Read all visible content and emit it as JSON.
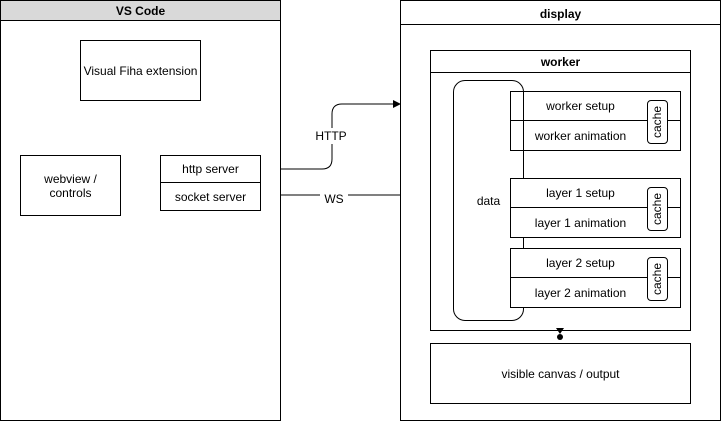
{
  "vscode": {
    "title": "VS Code",
    "extension": "Visual Fiha extension",
    "webview": "webview /\ncontrols",
    "http_server": "http server",
    "socket_server": "socket server"
  },
  "display": {
    "title": "display",
    "worker": {
      "title": "worker",
      "data": "data",
      "setup": "worker setup",
      "animation": "worker animation",
      "cache": "cache"
    },
    "layers": [
      {
        "setup": "layer 1 setup",
        "animation": "layer 1 animation",
        "cache": "cache"
      },
      {
        "setup": "layer 2 setup",
        "animation": "layer 2 animation",
        "cache": "cache"
      }
    ],
    "canvas": "visible canvas / output"
  },
  "connections": {
    "http": "HTTP",
    "ws": "WS"
  }
}
